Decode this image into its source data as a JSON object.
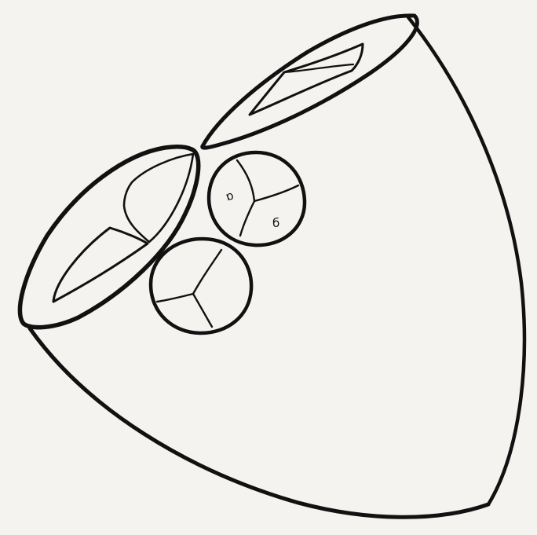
{
  "diagram": {
    "colors": {
      "background": "#f4f3f0",
      "ink": "#111111"
    },
    "parts": [
      {
        "id": "heart-outline",
        "kind": "outline"
      },
      {
        "id": "outflow-opening-right",
        "kind": "opening"
      },
      {
        "id": "outflow-opening-left",
        "kind": "opening"
      },
      {
        "id": "valve-upper",
        "kind": "valve",
        "cusps": 3
      },
      {
        "id": "valve-lower",
        "kind": "valve",
        "cusps": 3
      }
    ],
    "labels": [
      {
        "id": "cusp-mark-a",
        "text": "ɒ"
      },
      {
        "id": "cusp-mark-b",
        "text": "б"
      }
    ]
  }
}
